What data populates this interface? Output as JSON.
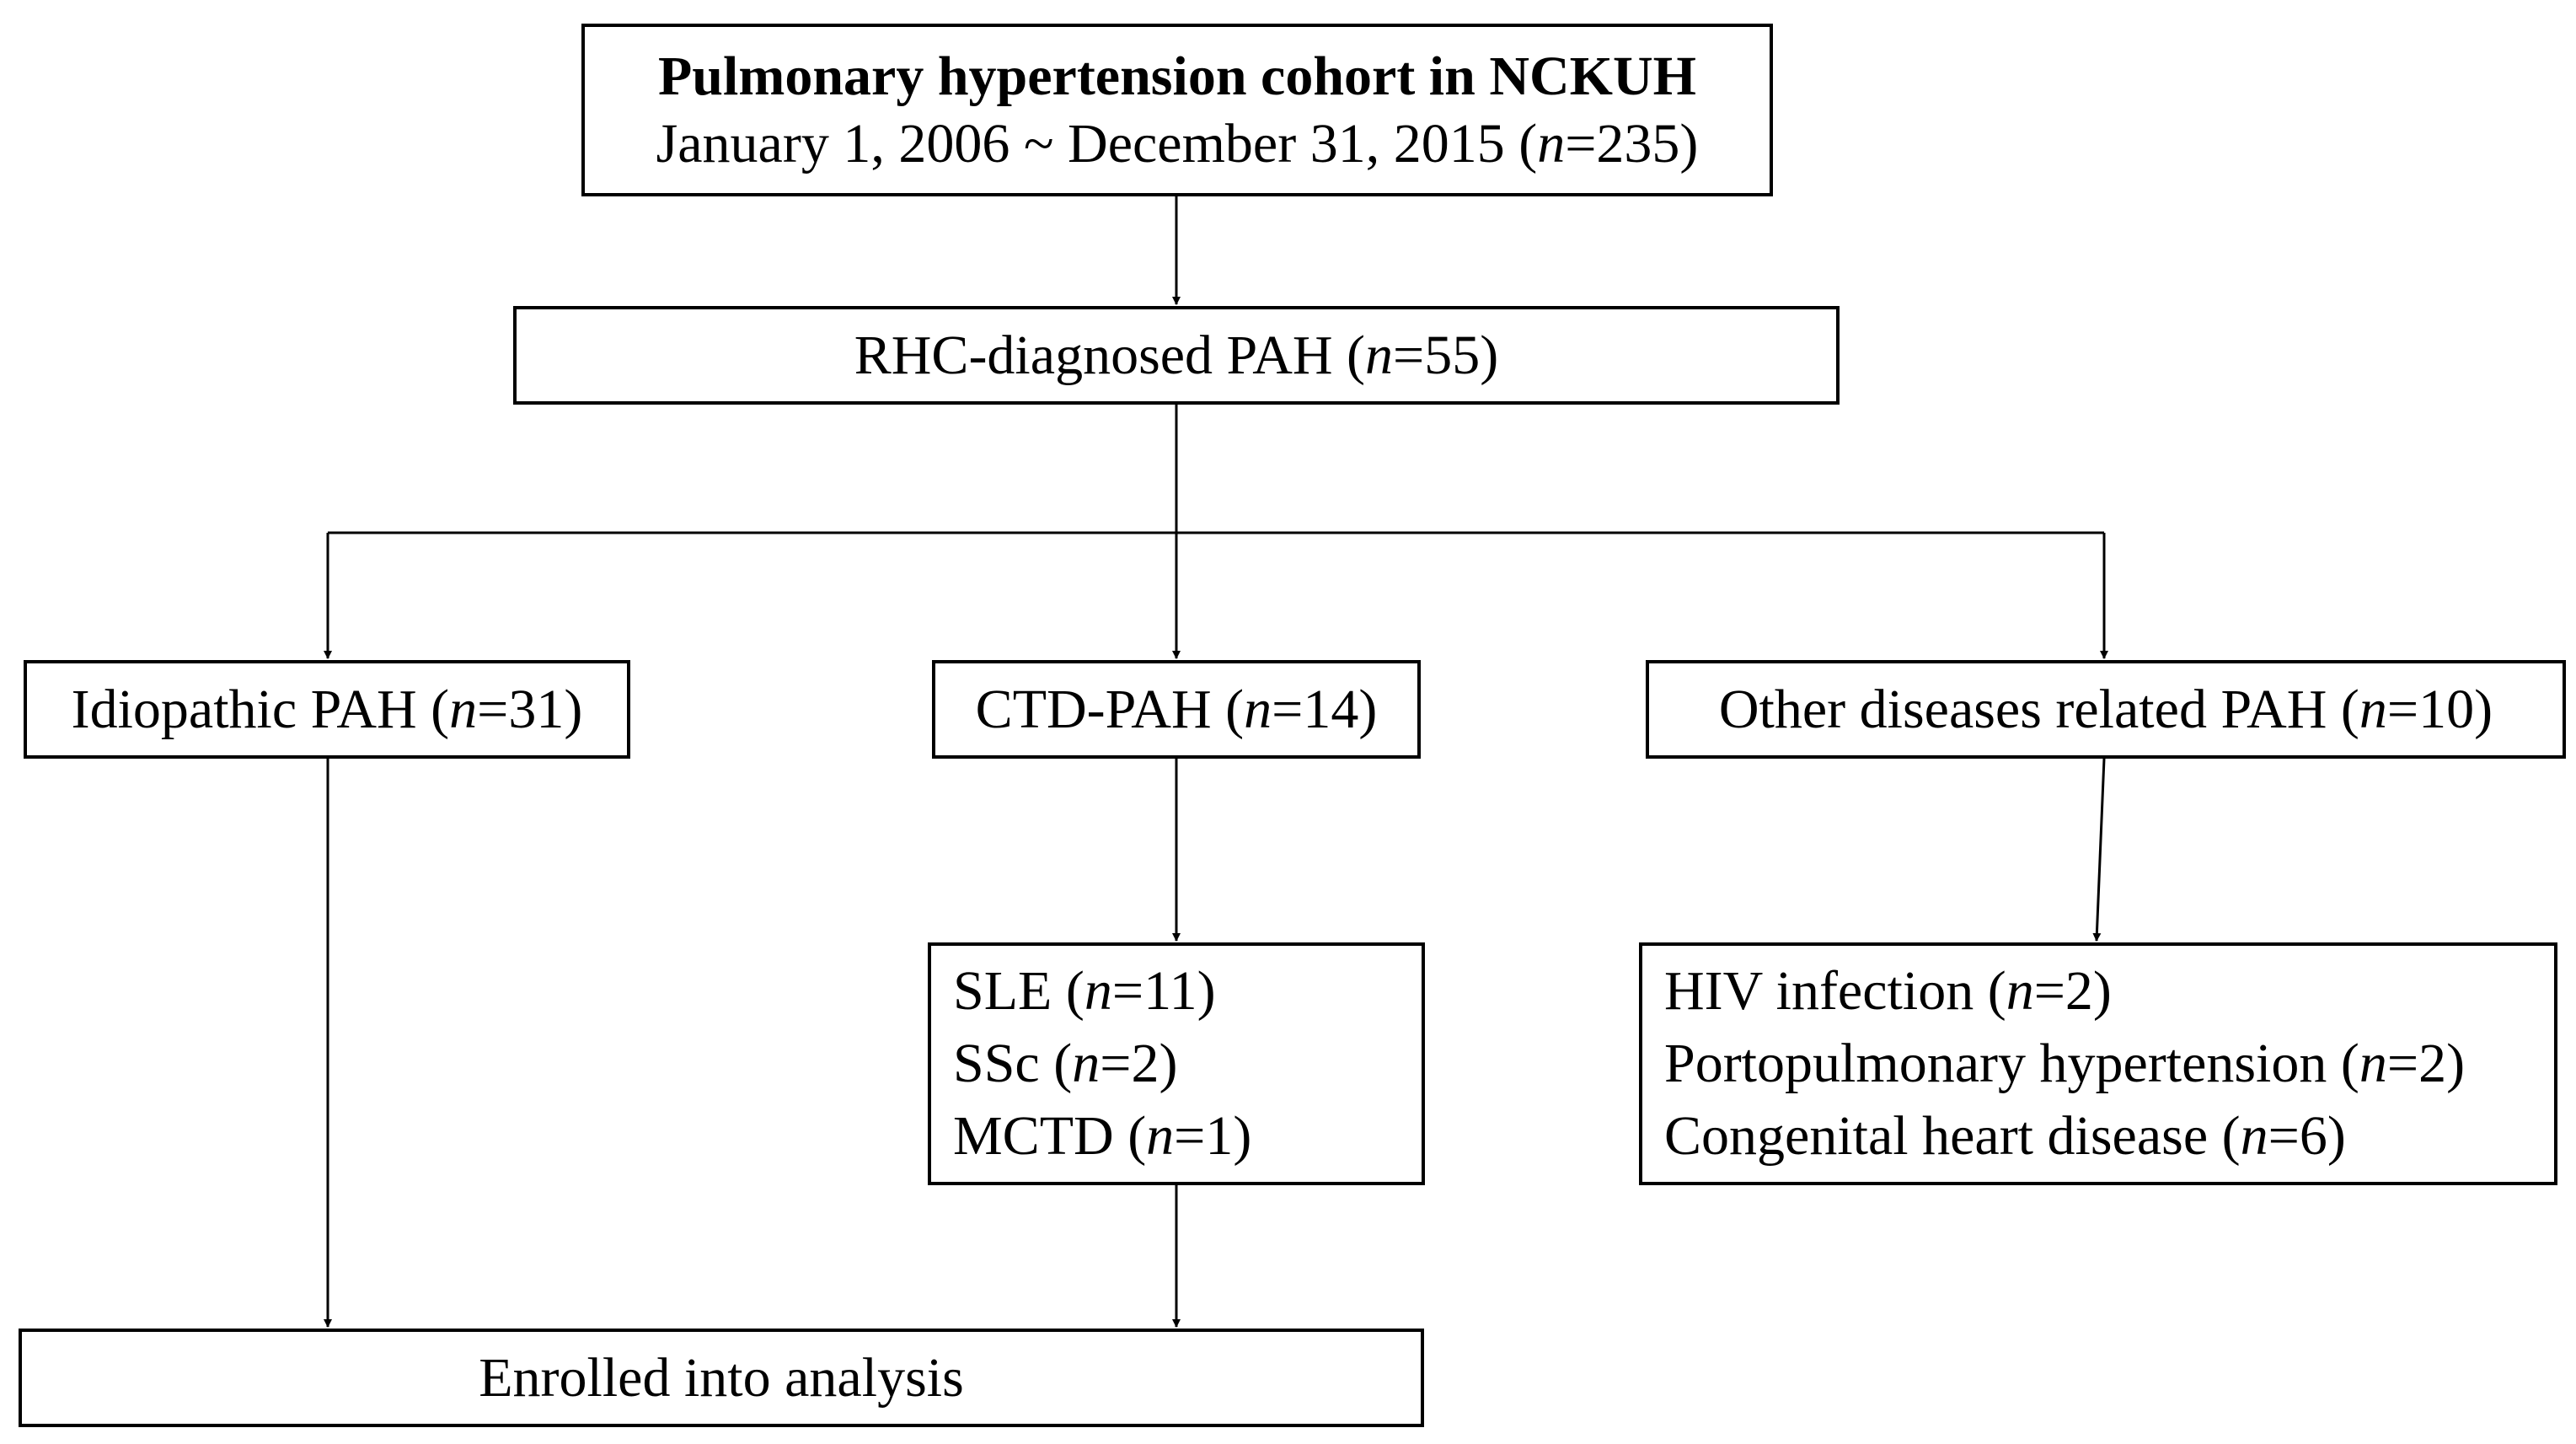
{
  "flowchart": {
    "cohort": {
      "title": "Pulmonary hypertension cohort in NCKUH",
      "period": "January 1, 2006 ~ December 31, 2015",
      "n": "235"
    },
    "rhc": {
      "label": "RHC-diagnosed PAH",
      "n": "55"
    },
    "idiopathic": {
      "label": "Idiopathic PAH",
      "n": "31"
    },
    "ctd": {
      "label": "CTD-PAH",
      "n": "14"
    },
    "other": {
      "label": "Other diseases related PAH",
      "n": "10"
    },
    "ctd_subtypes": [
      {
        "label": "SLE",
        "n": "11"
      },
      {
        "label": "SSc",
        "n": "2"
      },
      {
        "label": "MCTD",
        "n": "1"
      }
    ],
    "other_subtypes": [
      {
        "label": "HIV infection",
        "n": "2"
      },
      {
        "label": "Portopulmonary hypertension",
        "n": "2"
      },
      {
        "label": "Congenital heart disease",
        "n": "6"
      }
    ],
    "enrolled": {
      "label": "Enrolled into analysis"
    }
  },
  "n_symbol": "n"
}
